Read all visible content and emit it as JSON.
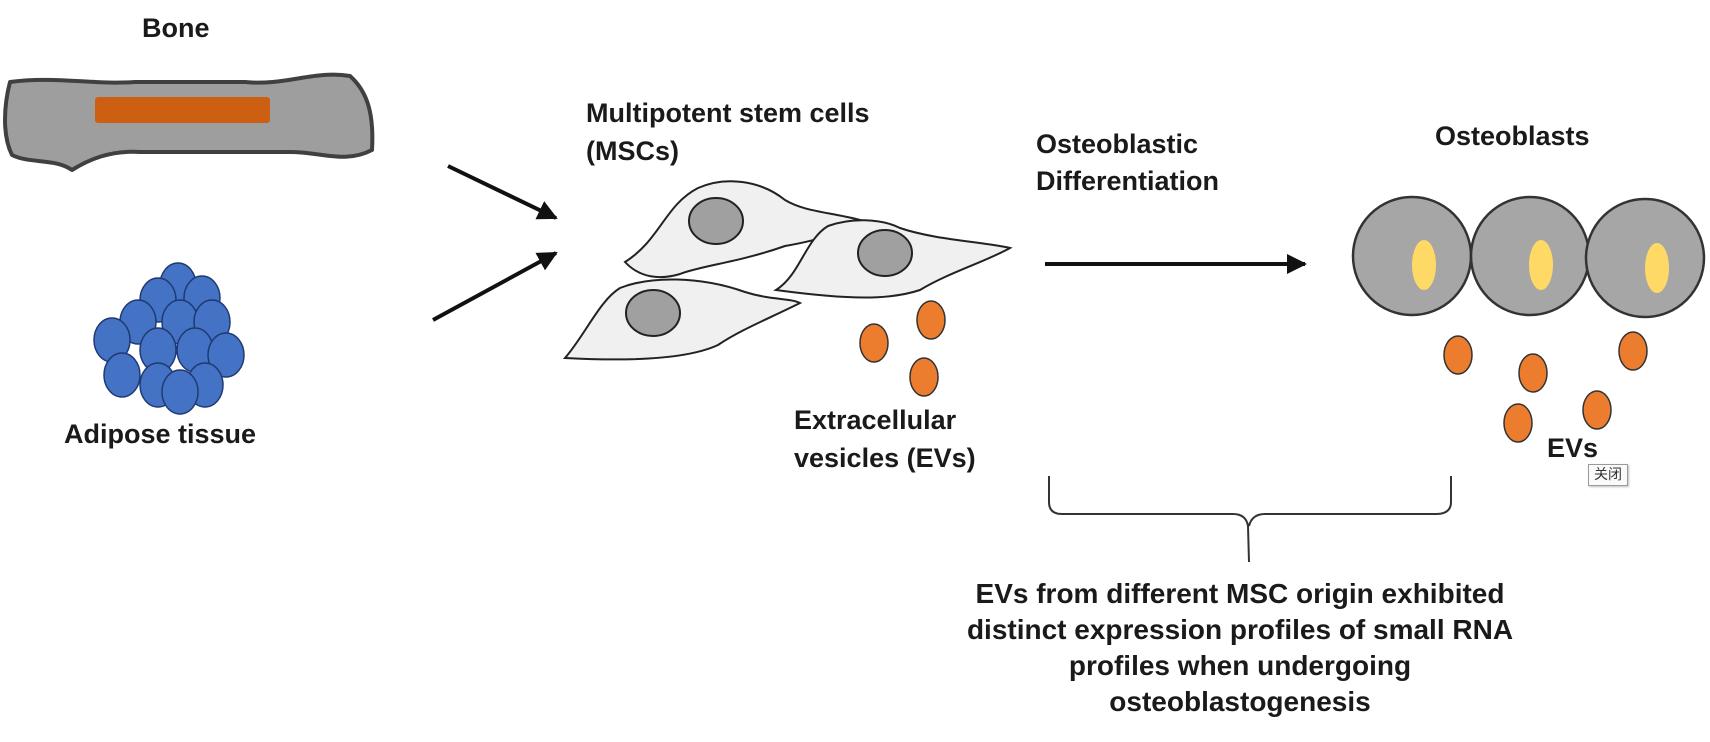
{
  "labels": {
    "bone": "Bone",
    "adipose": "Adipose tissue",
    "msc_line1": "Multipotent stem cells",
    "msc_line2": "(MSCs)",
    "diff_line1": "Osteoblastic",
    "diff_line2": "Differentiation",
    "osteoblasts": "Osteoblasts",
    "ev_line1": "Extracellular",
    "ev_line2": "vesicles (EVs)",
    "evs": "EVs"
  },
  "conclusion": {
    "line1": "EVs from different MSC origin exhibited",
    "line2": "distinct expression profiles of small RNA",
    "line3": "profiles when undergoing",
    "line4": "osteoblastogenesis"
  },
  "close_button": "关闭",
  "colors": {
    "bone_fill": "#9e9e9e",
    "marrow": "#cc5f12",
    "adipocyte": "#4472c4",
    "cell_fill": "#f0f0f0",
    "nucleus": "#a0a0a0",
    "ev": "#ec7d2f",
    "osteoblast": "#a6a6a6",
    "osteoblast_nucleus": "#ffd966",
    "arrow": "#111111"
  },
  "icons": {
    "bone": "bone-illustration",
    "adipose": "adipocyte-cluster-illustration",
    "msc": "stem-cell-illustration",
    "osteoblast": "osteoblast-cell-illustration",
    "ev": "vesicle-dot"
  }
}
